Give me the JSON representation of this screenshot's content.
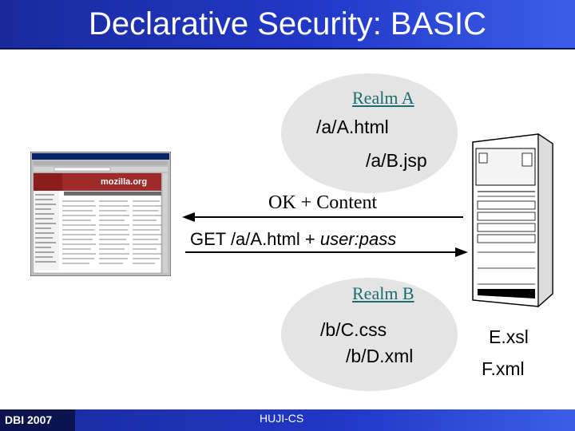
{
  "slide": {
    "title": "Declarative Security: BASIC",
    "footer_left": "DBI 2007",
    "footer_center": "HUJI-CS"
  },
  "realm_a": {
    "label": "Realm A",
    "items": [
      "/a/A.html",
      "/a/B.jsp"
    ]
  },
  "realm_b": {
    "label": "Realm B",
    "items": [
      "/b/C.css",
      "/b/D.xml"
    ]
  },
  "loose_files": [
    "E.xsl",
    "F.xml"
  ],
  "arrows": {
    "response_prefix": "OK + Content",
    "request_prefix": "GET /a/A.html + ",
    "request_credentials": "user:pass"
  },
  "browser": {
    "logo": "mozilla.org"
  },
  "colors": {
    "title_bar": "#2138c8",
    "realm_label": "#1c6e6e",
    "ellipse_fill": "#e4e4e4"
  }
}
